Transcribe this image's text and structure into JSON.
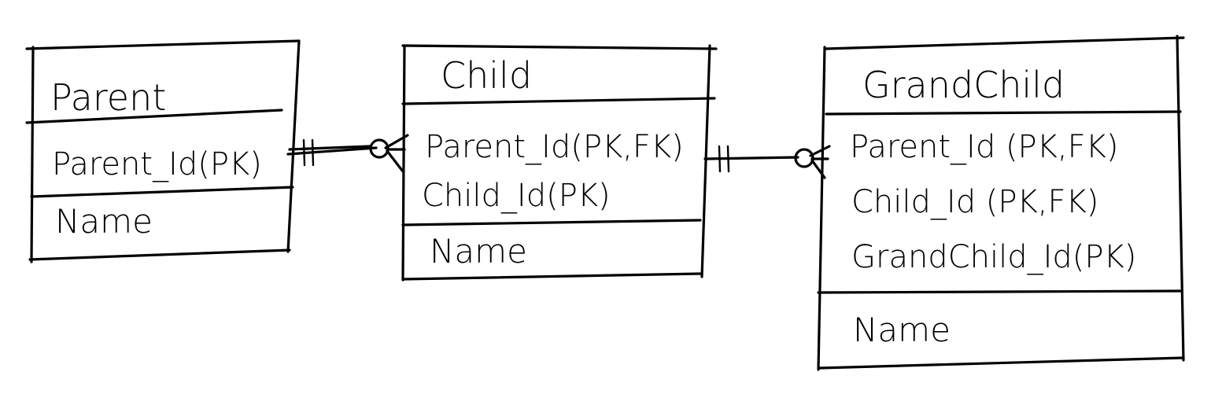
{
  "entities": [
    {
      "title": "Parent",
      "attributes": [
        "Parent_Id(PK)"
      ],
      "fields": [
        "Name"
      ]
    },
    {
      "title": "Child",
      "attributes": [
        "Parent_Id(PK,FK)",
        "Child_Id(PK)"
      ],
      "fields": [
        "Name"
      ]
    },
    {
      "title": "GrandChild",
      "attributes": [
        "Parent_Id (PK,FK)",
        "Child_Id (PK,FK)",
        "GrandChild_Id(PK)"
      ],
      "fields": [
        "Name"
      ]
    }
  ],
  "relationships": [
    {
      "from": "Parent",
      "to": "Child",
      "from_cardinality": "one-and-only-one",
      "to_cardinality": "zero-or-many"
    },
    {
      "from": "Child",
      "to": "GrandChild",
      "from_cardinality": "one-and-only-one",
      "to_cardinality": "zero-or-many"
    }
  ]
}
